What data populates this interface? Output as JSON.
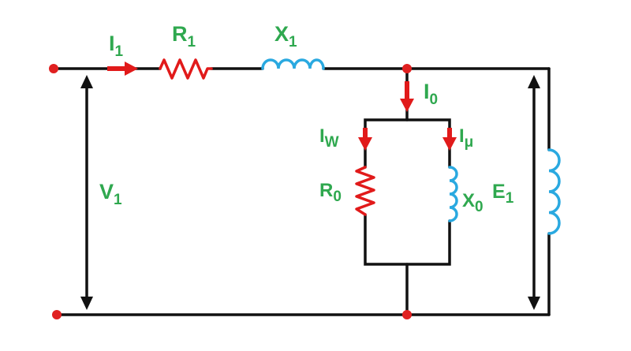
{
  "colors": {
    "wire": "#111111",
    "resistor": "#e11a1a",
    "inductor": "#2aa9e0",
    "current_arrow": "#e11a1a",
    "label": "#2fa84f",
    "terminal": "#e02020"
  },
  "labels": {
    "i1": {
      "main": "I",
      "sub": "1"
    },
    "r1": {
      "main": "R",
      "sub": "1"
    },
    "x1": {
      "main": "X",
      "sub": "1"
    },
    "i0": {
      "main": "I",
      "sub": "0"
    },
    "iw": {
      "main": "I",
      "sub": "W"
    },
    "imu": {
      "main": "I",
      "sub": "μ"
    },
    "r0": {
      "main": "R",
      "sub": "0"
    },
    "x0": {
      "main": "X",
      "sub": "0"
    },
    "e1": {
      "main": "E",
      "sub": "1"
    },
    "v1": {
      "main": "V",
      "sub": "1"
    }
  },
  "icons": {
    "terminal": "terminal-dot-icon",
    "junction": "junction-dot-icon",
    "current": "current-arrow-icon",
    "resistor": "resistor-icon",
    "inductor": "inductor-icon"
  }
}
